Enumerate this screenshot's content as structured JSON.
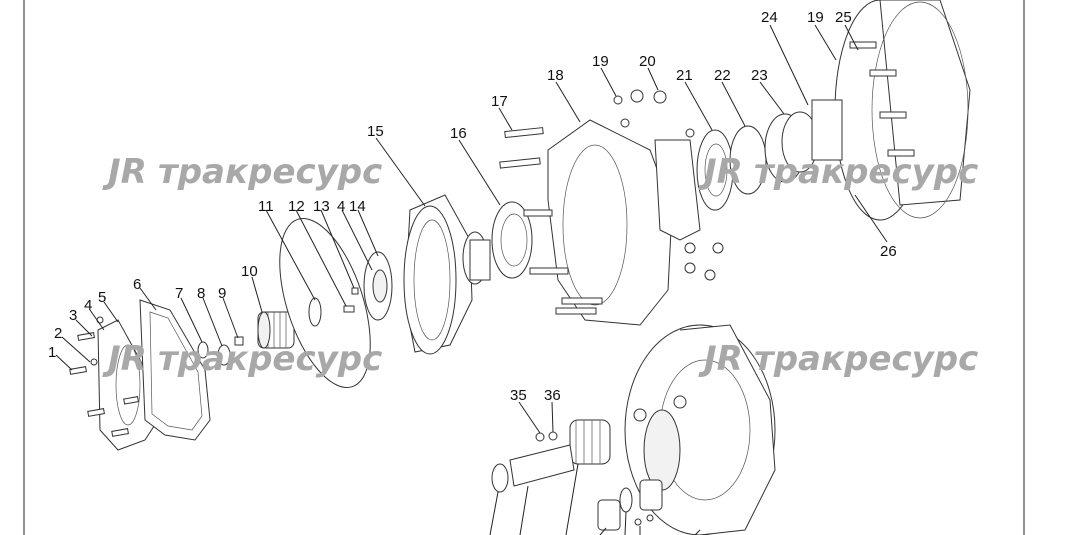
{
  "watermark": {
    "logo_text": "JR",
    "brand_text": "тракресурс"
  },
  "callouts": [
    {
      "id": "c1",
      "label": "1"
    },
    {
      "id": "c2",
      "label": "2"
    },
    {
      "id": "c3",
      "label": "3"
    },
    {
      "id": "c4a",
      "label": "4"
    },
    {
      "id": "c5",
      "label": "5"
    },
    {
      "id": "c6",
      "label": "6"
    },
    {
      "id": "c7",
      "label": "7"
    },
    {
      "id": "c8",
      "label": "8"
    },
    {
      "id": "c9",
      "label": "9"
    },
    {
      "id": "c10",
      "label": "10"
    },
    {
      "id": "c11",
      "label": "11"
    },
    {
      "id": "c12",
      "label": "12"
    },
    {
      "id": "c13",
      "label": "13"
    },
    {
      "id": "c4b",
      "label": "4"
    },
    {
      "id": "c14",
      "label": "14"
    },
    {
      "id": "c15",
      "label": "15"
    },
    {
      "id": "c16",
      "label": "16"
    },
    {
      "id": "c17",
      "label": "17"
    },
    {
      "id": "c18",
      "label": "18"
    },
    {
      "id": "c19a",
      "label": "19"
    },
    {
      "id": "c20",
      "label": "20"
    },
    {
      "id": "c21",
      "label": "21"
    },
    {
      "id": "c22",
      "label": "22"
    },
    {
      "id": "c23",
      "label": "23"
    },
    {
      "id": "c24",
      "label": "24"
    },
    {
      "id": "c19b",
      "label": "19"
    },
    {
      "id": "c25",
      "label": "25"
    },
    {
      "id": "c26",
      "label": "26"
    },
    {
      "id": "c35",
      "label": "35"
    },
    {
      "id": "c36",
      "label": "36"
    }
  ]
}
